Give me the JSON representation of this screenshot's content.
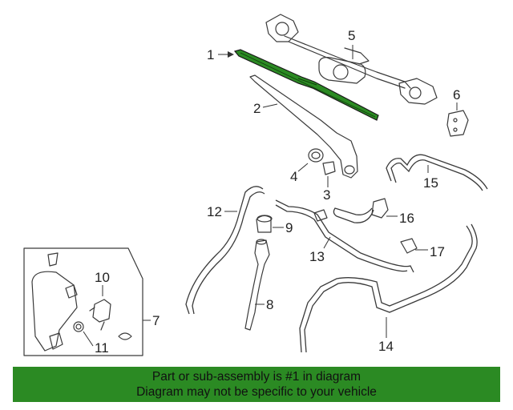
{
  "diagram": {
    "callouts": [
      {
        "id": "1",
        "label": "1"
      },
      {
        "id": "2",
        "label": "2"
      },
      {
        "id": "3",
        "label": "3"
      },
      {
        "id": "4",
        "label": "4"
      },
      {
        "id": "5",
        "label": "5"
      },
      {
        "id": "6",
        "label": "6"
      },
      {
        "id": "7",
        "label": "7"
      },
      {
        "id": "8",
        "label": "8"
      },
      {
        "id": "9",
        "label": "9"
      },
      {
        "id": "10",
        "label": "10"
      },
      {
        "id": "11",
        "label": "11"
      },
      {
        "id": "12",
        "label": "12"
      },
      {
        "id": "13",
        "label": "13"
      },
      {
        "id": "14",
        "label": "14"
      },
      {
        "id": "15",
        "label": "15"
      },
      {
        "id": "16",
        "label": "16"
      },
      {
        "id": "17",
        "label": "17"
      }
    ],
    "highlight_color": "#2b8a23"
  },
  "banner": {
    "line1": "Part or sub-assembly is #1 in diagram",
    "line2": "Diagram may not be specific to your vehicle",
    "background": "#2b8a23"
  }
}
